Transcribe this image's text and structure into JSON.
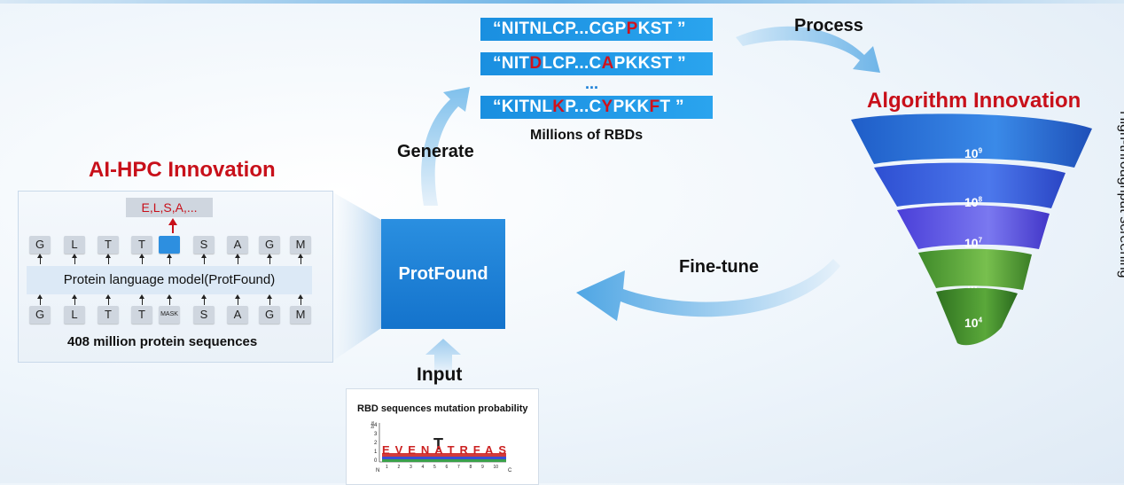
{
  "sequences": {
    "row1": {
      "a": "“NITNLCP...CGP",
      "b": "P",
      "c": "KST  ”"
    },
    "row2": {
      "a": "“NIT",
      "b": "D",
      "c": "LCP...C",
      "d": "A",
      "e": "PKKST  ”"
    },
    "ellipsis": "...",
    "row3": {
      "a": "“KITNL",
      "b": "K",
      "c": "P...C",
      "d": "Y",
      "e": "PKK",
      "f": "F",
      "g": "T  ”"
    },
    "caption": "Millions of RBDs"
  },
  "labels": {
    "process": "Process",
    "generate": "Generate",
    "fine_tune": "Fine-tune",
    "input": "Input",
    "algorithm": "Algorithm Innovation",
    "ai_hpc": "AI-HPC Innovation",
    "screening": "High-throughput screening"
  },
  "model_panel": {
    "prediction": "E,L,S,A,...",
    "top_tokens": [
      "G",
      "L",
      "T",
      "T",
      "",
      "S",
      "A",
      "G",
      "M"
    ],
    "bottom_tokens": [
      "G",
      "L",
      "T",
      "T",
      "MASK",
      "S",
      "A",
      "G",
      "M"
    ],
    "model_label": "Protein language model(ProtFound)",
    "caption": "408 million protein sequences"
  },
  "center_box": {
    "label": "ProtFound"
  },
  "input_panel": {
    "title": "RBD sequences mutation probability",
    "y_axis": "bits",
    "y_ticks": [
      "4",
      "3",
      "2",
      "1",
      "0"
    ],
    "x_ticks": [
      "1",
      "2",
      "3",
      "4",
      "5",
      "6",
      "7",
      "8",
      "9",
      "10"
    ],
    "n_label": "N",
    "c_label": "C",
    "logo_top": "EVENATRFAS",
    "logo_tall": "T"
  },
  "funnel": {
    "levels": [
      {
        "base": "10",
        "exp": "9"
      },
      {
        "base": "10",
        "exp": "8"
      },
      {
        "base": "10",
        "exp": "7"
      },
      {
        "base": "...",
        "exp": ""
      },
      {
        "base": "10",
        "exp": "4"
      }
    ],
    "colors": [
      "#2a6fd6",
      "#3a63e0",
      "#5a5ae6",
      "#4f9a3a",
      "#3c8a2c"
    ]
  }
}
